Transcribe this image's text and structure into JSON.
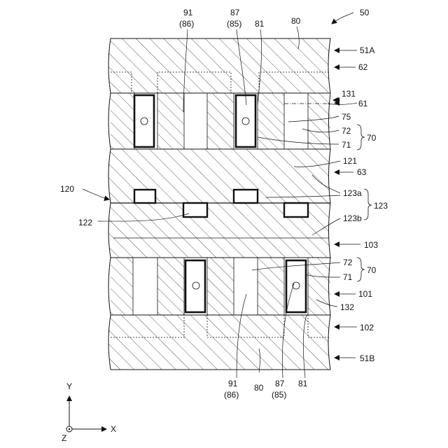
{
  "figure_number": "50",
  "labels": {
    "l51a": "51A",
    "l62": "62",
    "l131": "131",
    "l61": "61",
    "l75": "75",
    "l72a": "72",
    "l71a": "71",
    "l70a": "70",
    "l121": "121",
    "l63": "63",
    "l120": "120",
    "l123a": "123a",
    "l123": "123",
    "l122": "122",
    "l123b": "123b",
    "l103": "103",
    "l72b": "72",
    "l70b": "70",
    "l71b": "71",
    "l101": "101",
    "l132": "132",
    "l102": "102",
    "l51b": "51B",
    "l91t": "91",
    "l86t": "(86)",
    "l87t": "87",
    "l85t": "(85)",
    "l81t": "81",
    "l80t": "80",
    "l91b": "91",
    "l86b": "(86)",
    "l80b": "80",
    "l87b": "87",
    "l85b": "(85)",
    "l81b": "81"
  },
  "axes": {
    "y": "Y",
    "x": "X",
    "z": "Z"
  },
  "colors": {
    "ink": "#111111"
  }
}
